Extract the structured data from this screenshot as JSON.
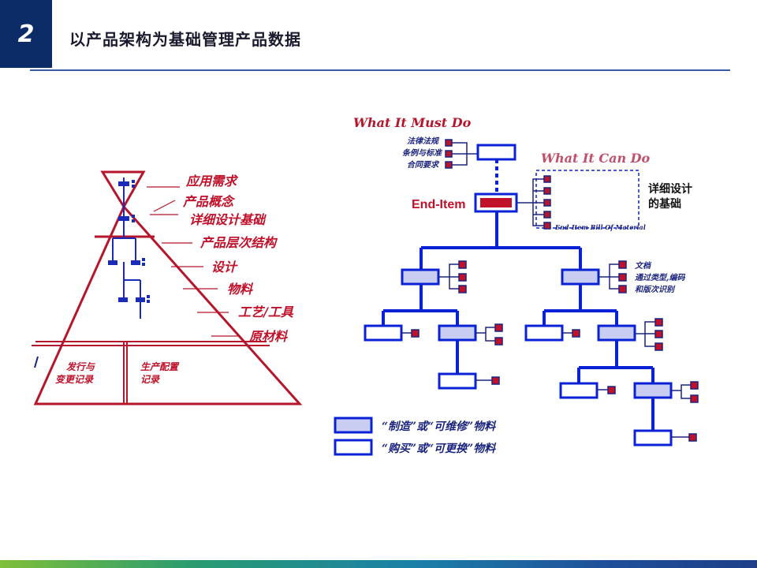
{
  "slide": {
    "number": "2",
    "title": "以产品架构为基础管理产品数据"
  },
  "pyramid": {
    "labels": [
      "应用需求",
      "产品概念",
      "详细设计基础",
      "产品层次结构",
      "设计",
      "物料",
      "工艺/工具",
      "原材料"
    ],
    "bottom_left": [
      "发行与",
      "变更记录"
    ],
    "bottom_right": [
      "生产配置",
      "记录"
    ]
  },
  "tree": {
    "what_must": "What It Must Do",
    "what_can": "What It Can Do",
    "must_items": [
      "法律法规",
      "条例与标准",
      "合同要求"
    ],
    "end_item": "End-Item",
    "bom_label": "End-Item Bill Of Material",
    "detail_basis": [
      "详细设计",
      "的基础"
    ],
    "doc_items": [
      "文档",
      "通过类型,编码",
      "和版次识别"
    ],
    "legend": [
      {
        "text": "“制造”或“可维修”物料",
        "style": "filled"
      },
      {
        "text": "“购买”或“可更换”物料",
        "style": "empty"
      }
    ]
  },
  "colors": {
    "navy": "#0b2c66",
    "blue": "#0a22d6",
    "red": "#c0102a",
    "pyramid": "#b5162b",
    "fill": "#c9cdf2"
  }
}
